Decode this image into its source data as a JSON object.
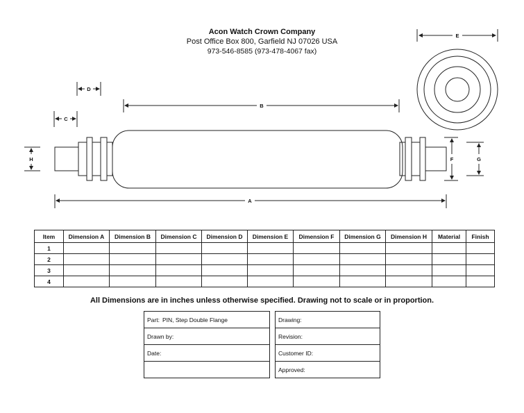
{
  "header": {
    "company": "Acon Watch Crown Company",
    "address": "Post Office Box 800, Garfield NJ  07026 USA",
    "phone": "973-546-8585    (973-478-4067 fax)"
  },
  "drawing": {
    "labels": {
      "A": "A",
      "B": "B",
      "C": "C",
      "D": "D",
      "E": "E",
      "F": "F",
      "G": "G",
      "H": "H"
    }
  },
  "dimension_table": {
    "headers": [
      "Item",
      "Dimension A",
      "Dimension B",
      "Dimension C",
      "Dimension D",
      "Dimension E",
      "Dimension F",
      "Dimension G",
      "Dimension H",
      "Material",
      "Finish"
    ],
    "rows": [
      "1",
      "2",
      "3",
      "4"
    ]
  },
  "note": "All Dimensions are in inches unless otherwise specified. Drawing not to scale or in proportion.",
  "title_block": {
    "part_label": "Part:",
    "part_value": "PIN, Step Double Flange",
    "drawn_by": "Drawn by:",
    "date": "Date:",
    "drawing": "Drawing:",
    "revision": "Revision:",
    "customer_id": "Customer ID:",
    "approved": "Approved:"
  }
}
